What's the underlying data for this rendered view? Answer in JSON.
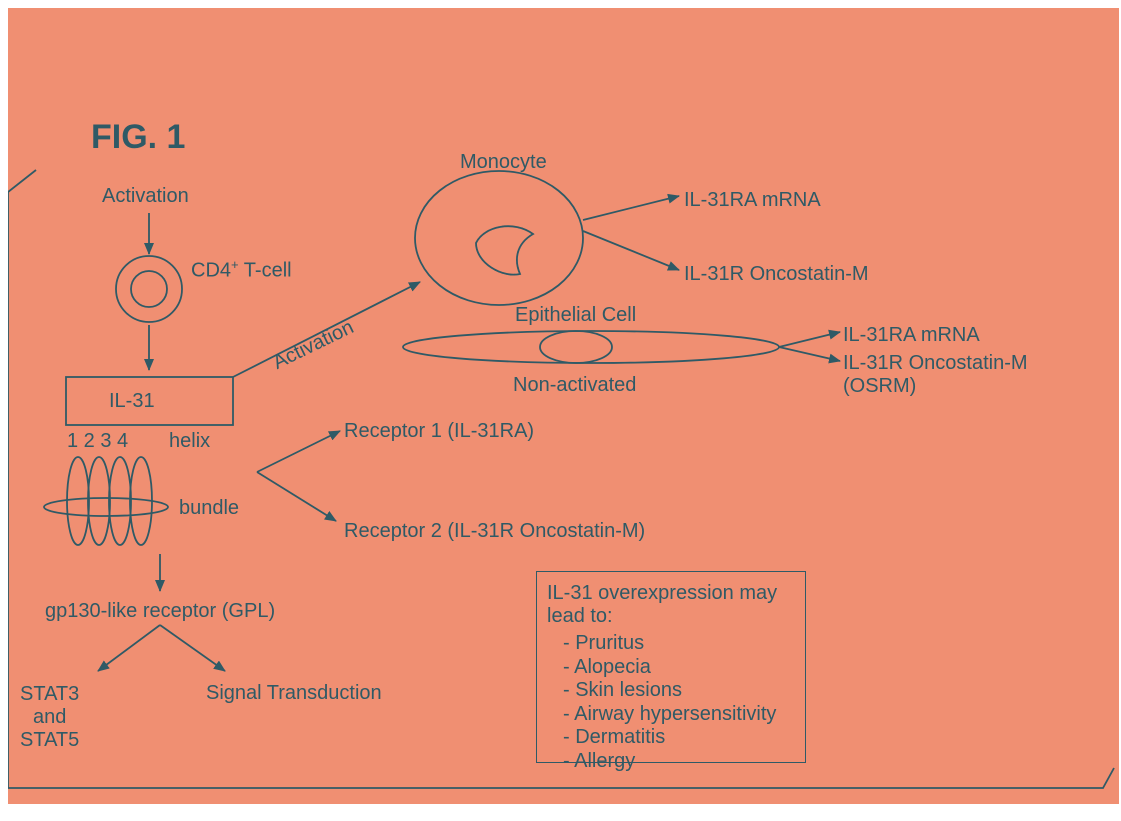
{
  "figure_label": "FIG. 1",
  "nodes": {
    "activation_top": "Activation",
    "cd4_tcell": "CD4",
    "cd4_sup": "+",
    "cd4_suffix": " T-cell",
    "il31": "IL-31",
    "helix_numbers": "1 2 3 4",
    "helix": "helix",
    "bundle": "bundle",
    "gpl": "gp130-like receptor (GPL)",
    "stat": "STAT3\nand\nSTAT5",
    "signal_transduction": "Signal Transduction",
    "monocyte": "Monocyte",
    "activation_arrow": "Activation",
    "monocyte_out_1": "IL-31RA mRNA",
    "monocyte_out_2": "IL-31R Oncostatin-M",
    "epithelial_cell": "Epithelial Cell",
    "non_activated": "Non-activated",
    "epithelial_out_1": "IL-31RA mRNA",
    "epithelial_out_2": "IL-31R Oncostatin-M\n(OSRM)",
    "receptor_1": "Receptor 1 (IL-31RA)",
    "receptor_2": "Receptor 2 (IL-31R Oncostatin-M)"
  },
  "overexpression": {
    "heading": "IL-31 overexpression may lead to:",
    "items": [
      "Pruritus",
      "Alopecia",
      "Skin lesions",
      "Airway hypersensitivity",
      "Dermatitis",
      "Allergy"
    ]
  },
  "colors": {
    "background": "#f08f72",
    "ink": "#2f5a66"
  }
}
